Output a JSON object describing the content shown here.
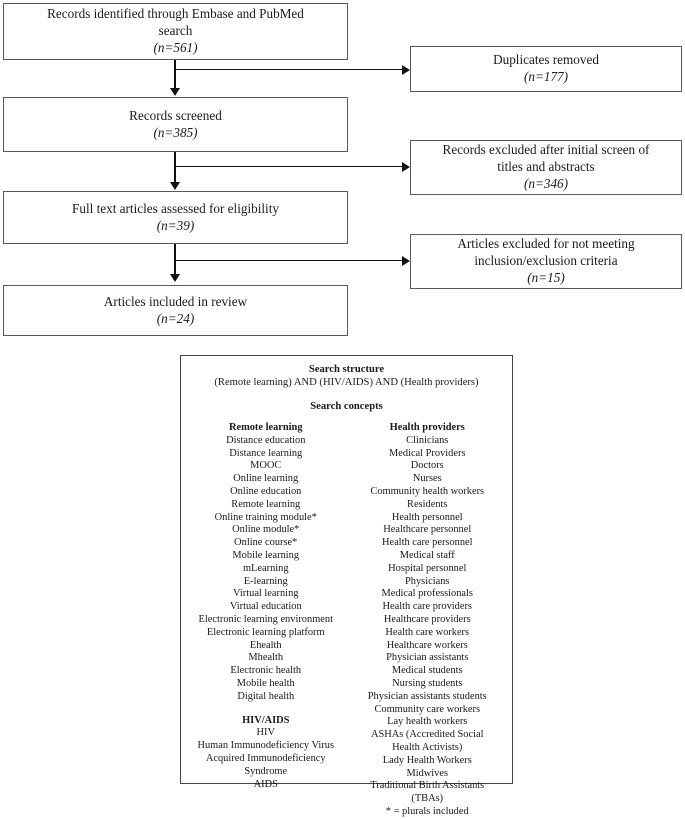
{
  "diagram": {
    "type": "prisma-flow-diagram",
    "flow_boxes": [
      {
        "id": "identified",
        "lines": [
          "Records identified through Embase and PubMed",
          "search"
        ],
        "count": "(n=561)",
        "n_label": "n",
        "n_value": "=561)"
      },
      {
        "id": "screened",
        "lines": [
          "Records screened"
        ],
        "count": "(n=385)",
        "n_label": "n",
        "n_value": "=385)"
      },
      {
        "id": "fulltext",
        "lines": [
          "Full text articles assessed for eligibility"
        ],
        "count": "(n=39)",
        "n_label": "n",
        "n_value": "=39)"
      },
      {
        "id": "included",
        "lines": [
          "Articles included in review"
        ],
        "count": "(n=24)",
        "n_label": "n",
        "n_value": "=24)"
      }
    ],
    "exclusion_boxes": [
      {
        "id": "duplicates",
        "lines": [
          "Duplicates removed"
        ],
        "count": "(n=177)",
        "n_label": "n",
        "n_value": "=177)"
      },
      {
        "id": "excluded-initial-screen",
        "lines": [
          "Records excluded after initial screen of",
          "titles and abstracts"
        ],
        "count": "(n=346)",
        "n_label": "n",
        "n_value": "=346)"
      },
      {
        "id": "excluded-criteria",
        "lines": [
          "Articles excluded for not meeting",
          "inclusion/exclusion criteria"
        ],
        "count": "(n=15)",
        "n_label": "n",
        "n_value": "=15)"
      }
    ]
  },
  "search_panel": {
    "title": "Search structure",
    "query": "(Remote learning) AND (HIV/AIDS) AND (Health providers)",
    "concepts_heading": "Search concepts",
    "footnote": "* = plurals included",
    "columns": [
      {
        "id": "left",
        "groups": [
          {
            "heading": "Remote learning",
            "terms": [
              "Distance education",
              "Distance learning",
              "MOOC",
              "Online learning",
              "Online education",
              "Remote learning",
              "Online training module*",
              "Online module*",
              "Online course*",
              "Mobile learning",
              "mLearning",
              "E-learning",
              "Virtual learning",
              "Virtual education",
              "Electronic learning environment",
              "Electronic learning platform",
              "Ehealth",
              "Mhealth",
              "Electronic health",
              "Mobile health",
              "Digital health"
            ]
          },
          {
            "heading": "HIV/AIDS",
            "terms": [
              "HIV",
              "Human Immunodeficiency Virus",
              "Acquired Immunodeficiency",
              "Syndrome",
              "AIDS"
            ]
          }
        ]
      },
      {
        "id": "right",
        "groups": [
          {
            "heading": "Health providers",
            "terms": [
              "Clinicians",
              "Medical Providers",
              "Doctors",
              "Nurses",
              "Community health workers",
              "Residents",
              "Health personnel",
              "Healthcare personnel",
              "Health care personnel",
              "Medical staff",
              "Hospital personnel",
              "Physicians",
              "Medical professionals",
              "Health care providers",
              "Healthcare providers",
              "Health care workers",
              "Healthcare workers",
              "Physician assistants",
              "Medical students",
              "Nursing students",
              "Physician assistants students",
              "Community care workers",
              "Lay health workers",
              "ASHAs (Accredited Social",
              "Health Activists)",
              "Lady Health Workers",
              "Midwives",
              "Traditional Birth Assistants",
              "(TBAs)"
            ]
          }
        ]
      }
    ]
  },
  "colors": {
    "box_border": "#5a5a5a",
    "panel_border": "#444444",
    "connector": "#111111",
    "text": "#1a1a1a",
    "background": "#ffffff"
  }
}
